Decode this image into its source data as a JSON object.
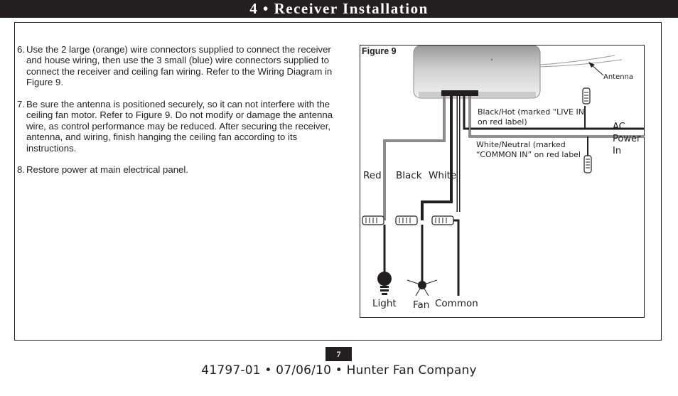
{
  "header": {
    "title": "4 •  Receiver Installation"
  },
  "steps": [
    {
      "num": "6.",
      "text": "Use the 2 large (orange) wire connectors supplied to connect the receiver and house wiring, then use the 3 small (blue) wire connectors supplied to connect the receiver and ceiling fan wiring. Refer to the Wiring Diagram in Figure 9."
    },
    {
      "num": "7.",
      "text": "Be sure the antenna is positioned securely, so it can not interfere with the ceiling fan motor. Refer to Figure 9. Do not modify or damage the antenna wire, as control performance may be reduced. After securing the receiver, antenna, and wiring, finish hanging the ceiling fan according to its instructions."
    },
    {
      "num": "8.",
      "text": "Restore power at main electrical panel."
    }
  ],
  "figure": {
    "title": "Figure 9",
    "labels": {
      "antenna": "Antenna",
      "hot": "Black/Hot (marked “LIVE IN on red label)",
      "neutral": "White/Neutral (marked “COMMON IN” on red label",
      "ac": "AC Power In",
      "red": "Red",
      "black": "Black",
      "white": "White",
      "light": "Light",
      "fan": "Fan",
      "common": "Common"
    }
  },
  "page": {
    "number": "7"
  },
  "footer": {
    "text": "41797-01  •  07/06/10  •  Hunter Fan Company"
  }
}
